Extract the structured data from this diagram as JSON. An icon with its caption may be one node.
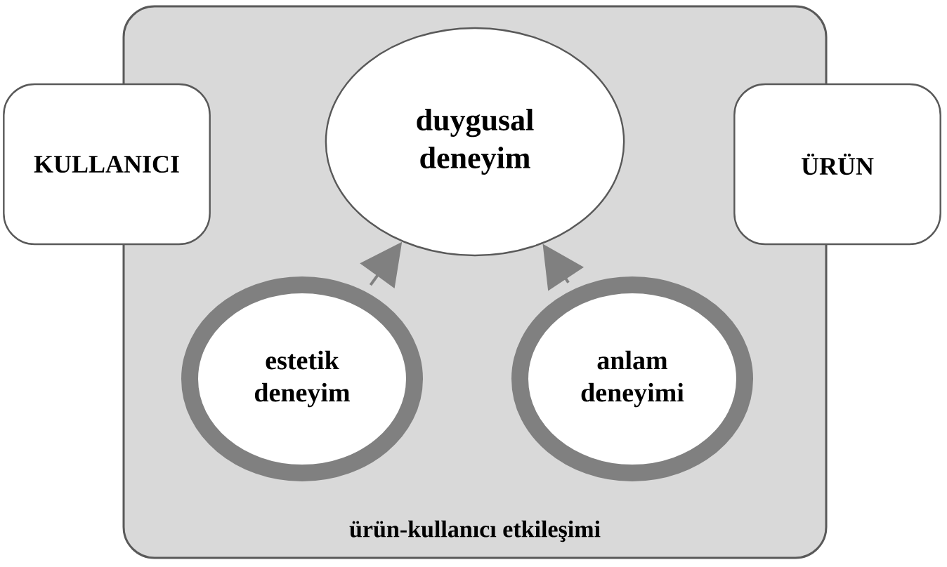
{
  "diagram": {
    "nodes": [
      {
        "text": [
          "ürün-kullanıcı etkileşimi"
        ]
      },
      {
        "text": [
          "KULLANICI"
        ]
      },
      {
        "text": [
          "duygusal deneyim"
        ],
        "in": 0
      },
      {
        "text": [
          "ÜRÜN"
        ]
      },
      {
        "text": [
          "estetik deneyim"
        ],
        "in": 0
      },
      {
        "text": [
          "anlam deneyimi"
        ],
        "in": 0
      }
    ],
    "edges": [
      {
        "from": 4,
        "to": 2,
        "arrow": "to"
      },
      {
        "from": 5,
        "to": 2,
        "arrow": "to"
      }
    ]
  }
}
